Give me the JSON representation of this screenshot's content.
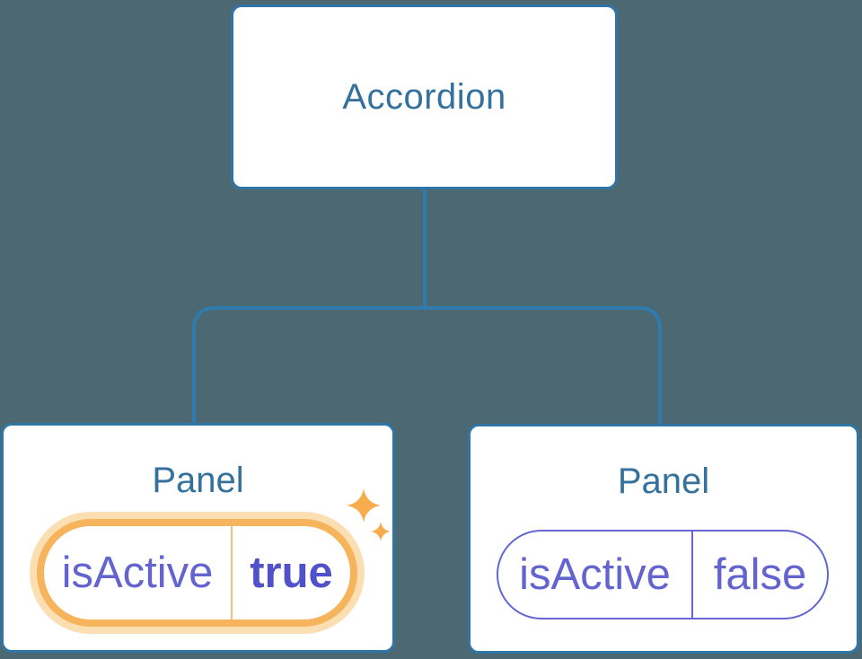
{
  "colors": {
    "background": "#4C6873",
    "line": "#2F7BAD",
    "box-border": "#2F76A6",
    "title-text": "#35719D",
    "state-text": "#6464D0",
    "state-true-text": "#5152C9",
    "pill-active-border": "#F6B45C",
    "pill-active-glow": "#FBDFB2",
    "pill-active-divider": "#F6BE76",
    "pill-inactive-border": "#6366D4",
    "sparkle": "#F7AD4E"
  },
  "tree": {
    "root": {
      "label": "Accordion"
    },
    "children": [
      {
        "title": "Panel",
        "state": {
          "name": "isActive",
          "value": "true"
        },
        "active": true
      },
      {
        "title": "Panel",
        "state": {
          "name": "isActive",
          "value": "false"
        },
        "active": false
      }
    ]
  }
}
